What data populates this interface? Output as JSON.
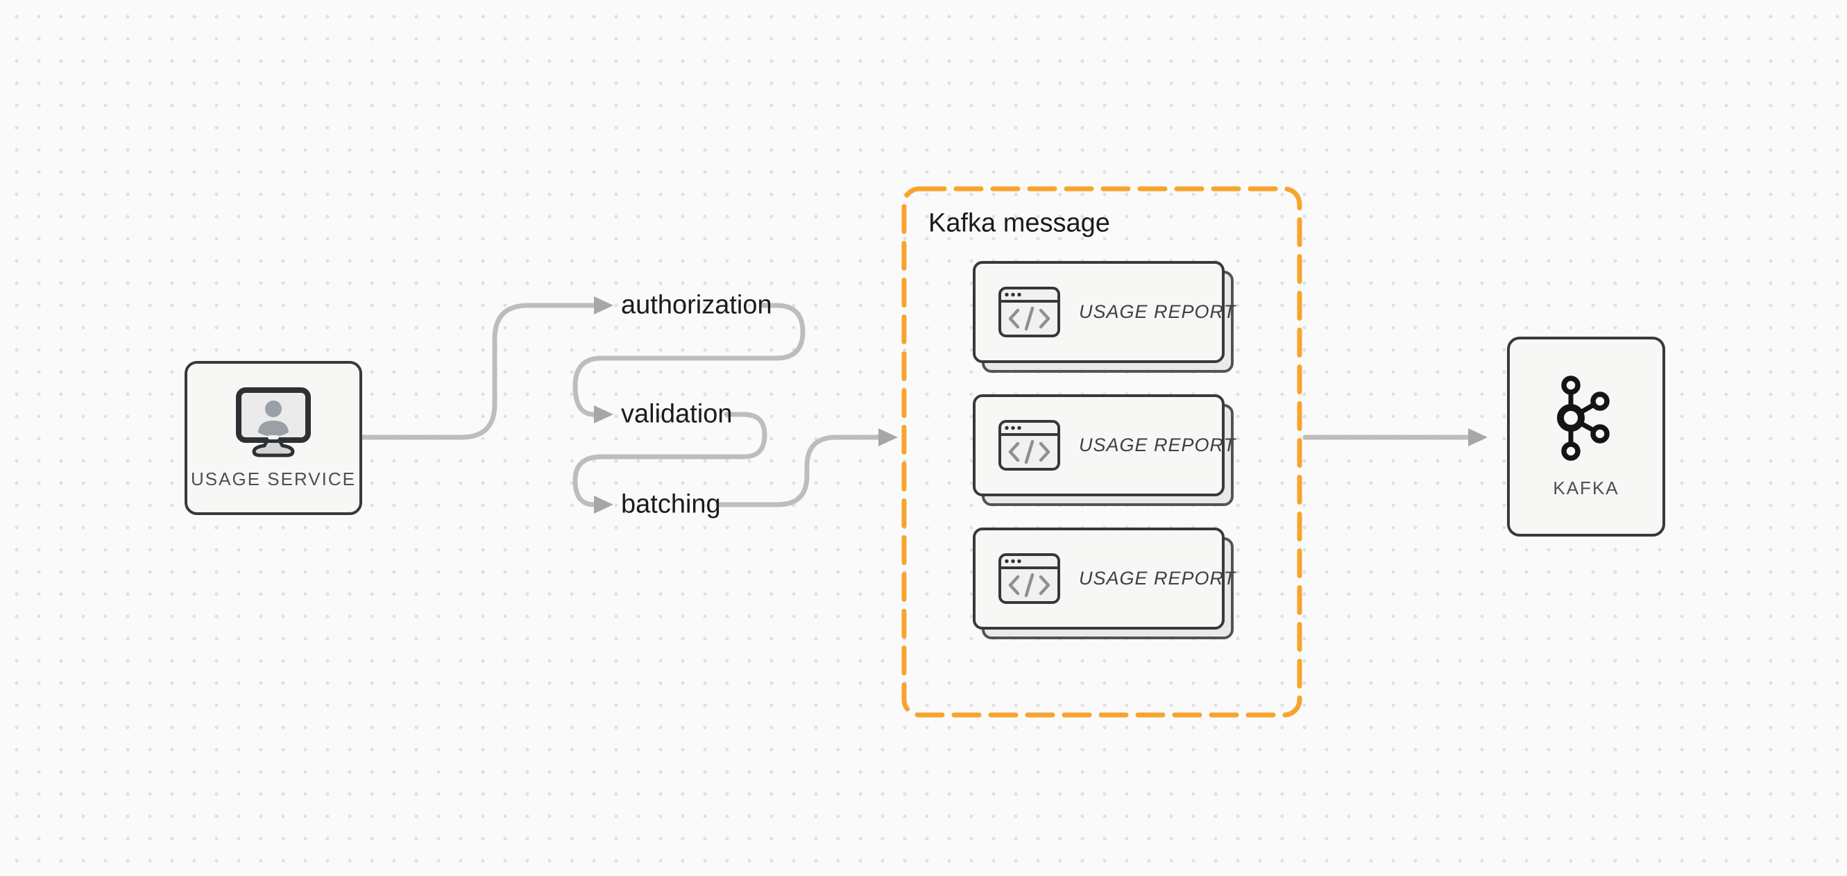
{
  "diagram": {
    "nodes": {
      "usage_service": {
        "label": "USAGE SERVICE",
        "icon": "monitor-user-icon"
      },
      "kafka": {
        "label": "KAFKA",
        "icon": "kafka-logo-icon"
      }
    },
    "steps": [
      {
        "label": "authorization"
      },
      {
        "label": "validation"
      },
      {
        "label": "batching"
      }
    ],
    "kafka_message_group": {
      "title": "Kafka message",
      "cards": [
        {
          "label": "USAGE REPORT",
          "icon": "code-window-icon"
        },
        {
          "label": "USAGE REPORT",
          "icon": "code-window-icon"
        },
        {
          "label": "USAGE REPORT",
          "icon": "code-window-icon"
        }
      ]
    },
    "colors": {
      "background": "#FAFAFA",
      "grid_dot": "#E0E0E0",
      "connector": "#BDBDBD",
      "arrowhead": "#A7A7A7",
      "group_border": "#F7A42F",
      "node_border": "#37393C",
      "node_fill": "#F7F7F6",
      "card_back_fill": "#E9E9E9",
      "card_back_border": "#515456",
      "label_text": "#1B1B1B",
      "node_label_text": "#4A4F54",
      "card_text": "#3C4043"
    }
  }
}
